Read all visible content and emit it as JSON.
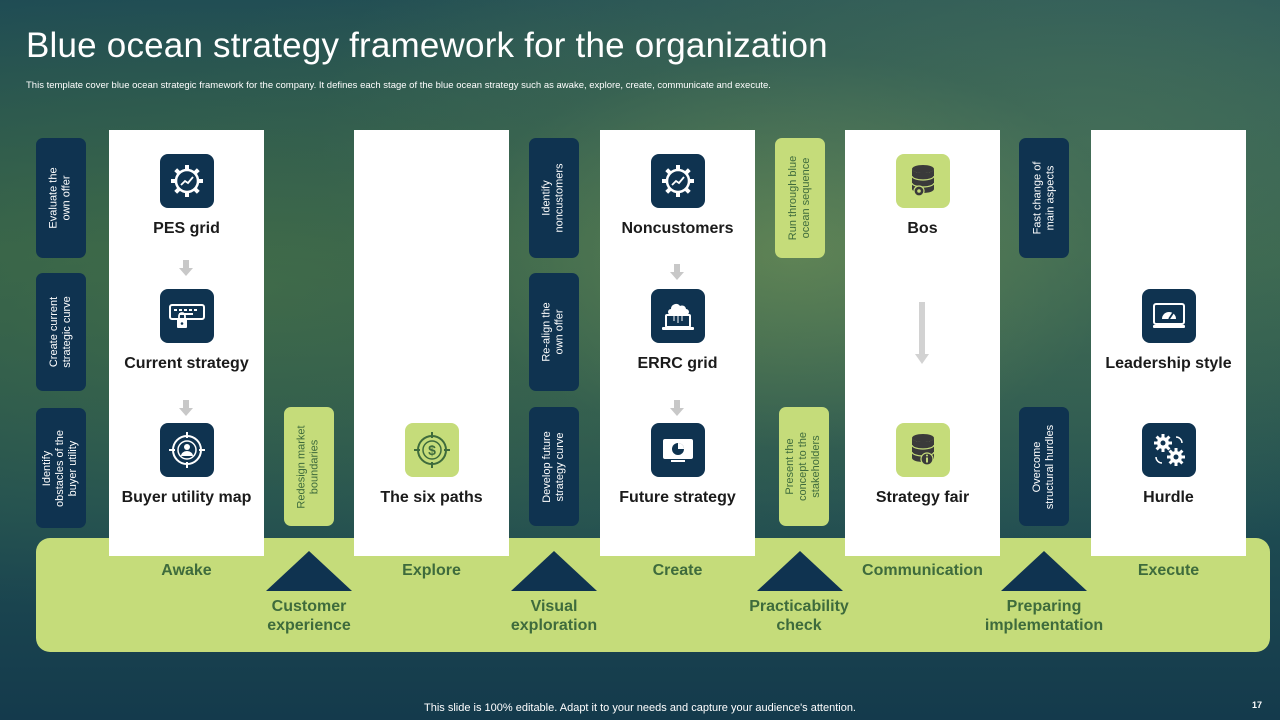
{
  "title": "Blue ocean strategy framework for the organization",
  "subtitle": "This template cover blue ocean strategic framework for the company. It defines each stage of the blue ocean strategy such as awake, explore, create, communicate and execute.",
  "footer": "This slide is 100% editable. Adapt it to your needs and capture your audience's attention.",
  "page_number": "17",
  "colors": {
    "navy": "#0f3350",
    "lime": "#c5dc7a",
    "green_text": "#3e6b3c"
  },
  "columns": [
    {
      "stage": "Awake",
      "items": [
        {
          "label": "PES grid",
          "icon": "gear-chart-icon"
        },
        {
          "label": "Current strategy",
          "icon": "keyboard-lock-icon"
        },
        {
          "label": "Buyer utility map",
          "icon": "target-user-icon"
        }
      ]
    },
    {
      "stage": "Explore",
      "items": [
        {
          "label": "The six paths",
          "icon": "dollar-target-icon"
        }
      ]
    },
    {
      "stage": "Create",
      "items": [
        {
          "label": "Noncustomers",
          "icon": "gear-chart-icon"
        },
        {
          "label": "ERRC grid",
          "icon": "cloud-laptop-icon"
        },
        {
          "label": "Future strategy",
          "icon": "pie-screen-icon"
        }
      ]
    },
    {
      "stage": "Communication",
      "items": [
        {
          "label": "Bos",
          "icon": "database-gear-icon"
        },
        {
          "label": "Strategy fair",
          "icon": "database-info-icon"
        }
      ]
    },
    {
      "stage": "Execute",
      "items": [
        {
          "label": "Leadership style",
          "icon": "monitor-gauge-icon"
        },
        {
          "label": "Hurdle",
          "icon": "gears-icon"
        }
      ]
    }
  ],
  "transitions": [
    "Customer\nexperience",
    "Visual\nexploration",
    "Practicability\ncheck",
    "Preparing\nimplementation"
  ],
  "side_labels": {
    "s1": "Evaluate the\nown offer",
    "s2": "Create current\nstrategic curve",
    "s3": "Identify\nobstacles of the\nbuyer utility",
    "s4": "Redesign market\nboundaries",
    "s5": "Identify\nnoncustomers",
    "s6": "Re-align the\nown offer",
    "s7": "Develop future\nstrategy curve",
    "s8": "Run through blue\nocean sequence",
    "s9": "Present the\nconcept to the\nstakeholders",
    "s10": "Fast change of\nmain aspects",
    "s11": "Overcome\nstructural hurdles"
  }
}
